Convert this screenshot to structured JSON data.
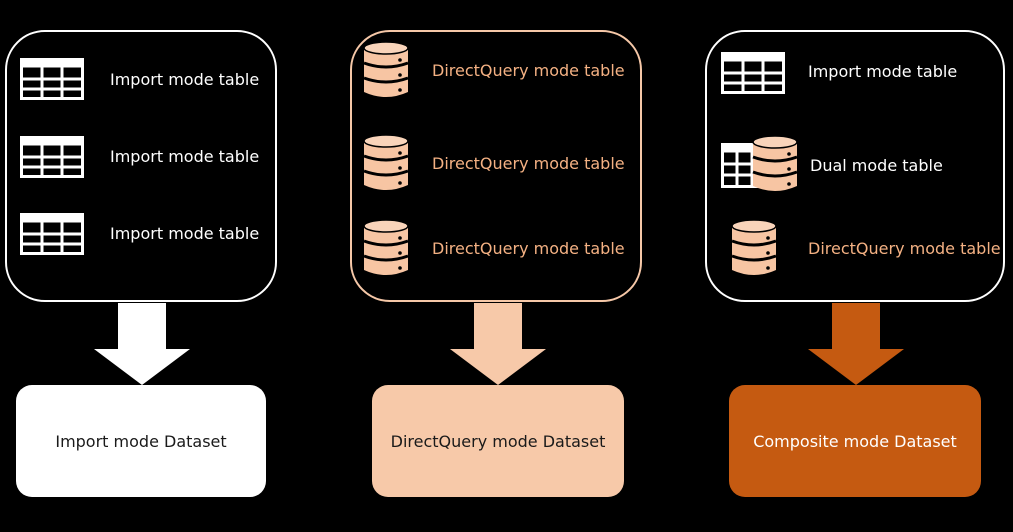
{
  "colors": {
    "background": "#000000",
    "import": "#ffffff",
    "directquery": "#f6c8a8",
    "directquery_text": "#f4b183",
    "composite": "#c55a11"
  },
  "import_panel": {
    "rows": [
      {
        "label": "Import mode table",
        "icon": "table-grid-icon"
      },
      {
        "label": "Import mode table",
        "icon": "table-grid-icon"
      },
      {
        "label": "Import mode table",
        "icon": "table-grid-icon"
      }
    ],
    "dataset_label": "Import mode Dataset"
  },
  "directquery_panel": {
    "rows": [
      {
        "label": "DirectQuery mode table",
        "icon": "database-cylinder-icon"
      },
      {
        "label": "DirectQuery mode table",
        "icon": "database-cylinder-icon"
      },
      {
        "label": "DirectQuery mode table",
        "icon": "database-cylinder-icon"
      }
    ],
    "dataset_label": "DirectQuery mode Dataset"
  },
  "composite_panel": {
    "rows": [
      {
        "label": "Import mode table",
        "icon": "table-grid-icon"
      },
      {
        "label": "Dual mode table",
        "icon": "dual-table-database-icon"
      },
      {
        "label": "DirectQuery mode table",
        "icon": "database-cylinder-icon"
      }
    ],
    "dataset_label": "Composite mode Dataset"
  }
}
